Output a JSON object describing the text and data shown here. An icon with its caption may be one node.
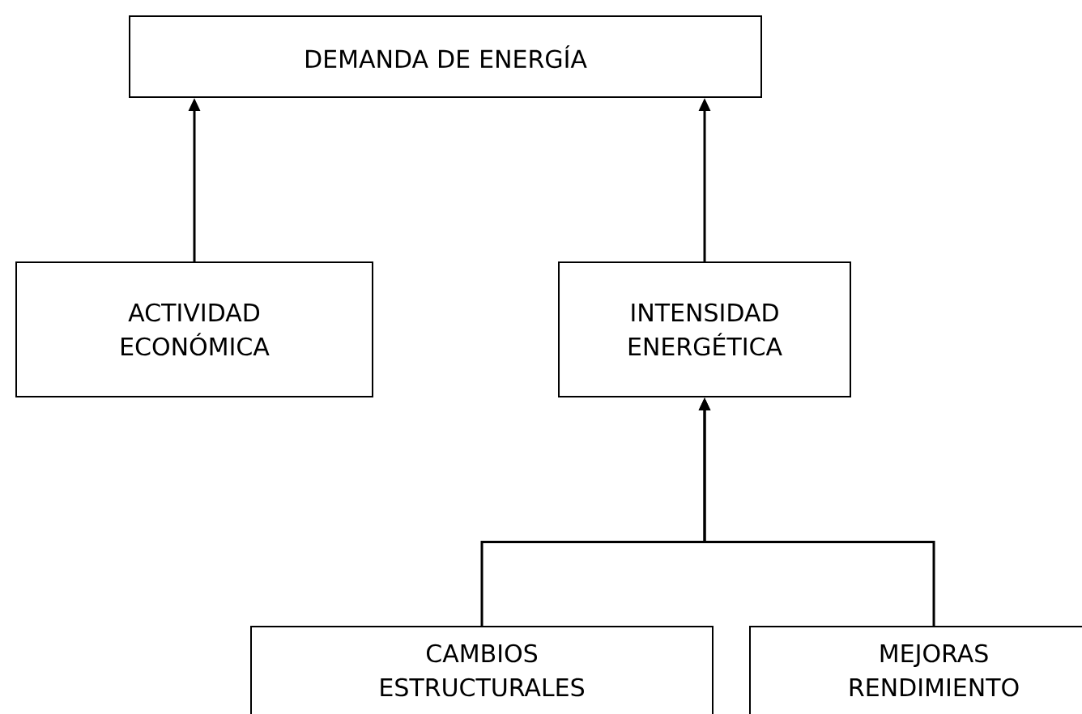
{
  "diagram": {
    "nodes": [
      {
        "text": [
          "DEMANDA DE ENERGÍA"
        ]
      },
      {
        "text": [
          "ACTIVIDAD ECONÓMICA"
        ]
      },
      {
        "text": [
          "INTENSIDAD ENERGÉTICA"
        ]
      },
      {
        "text": [
          "CAMBIOS ESTRUCTURALES"
        ]
      },
      {
        "text": [
          "MEJORAS RENDIMIENTO"
        ]
      }
    ],
    "edges": [
      {
        "from": 1,
        "to": 0,
        "arrow": "to"
      },
      {
        "from": 2,
        "to": 0,
        "arrow": "to"
      },
      {
        "from": 3,
        "to": 2,
        "arrow": "to"
      },
      {
        "from": 4,
        "to": 2,
        "arrow": "to"
      }
    ]
  }
}
